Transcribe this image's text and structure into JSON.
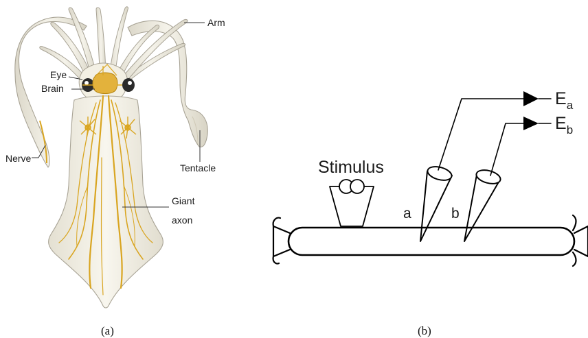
{
  "panel_a": {
    "labels": {
      "arm": "Arm",
      "eye": "Eye",
      "brain": "Brain",
      "nerve": "Nerve",
      "tentacle": "Tentacle",
      "giant_axon_line1": "Giant",
      "giant_axon_line2": "axon"
    },
    "caption": "(a)"
  },
  "panel_b": {
    "stimulus_label": "Stimulus",
    "electrode_a_label": "a",
    "electrode_b_label": "b",
    "output_a": {
      "letter": "E",
      "subscript": "a"
    },
    "output_b": {
      "letter": "E",
      "subscript": "b"
    },
    "caption": "(b)"
  },
  "colors": {
    "squid_body": "#f3f0e4",
    "squid_outline": "#a8a395",
    "nerve_gold": "#d9a520",
    "brain_gold": "#e3b23c",
    "line": "#000000"
  }
}
